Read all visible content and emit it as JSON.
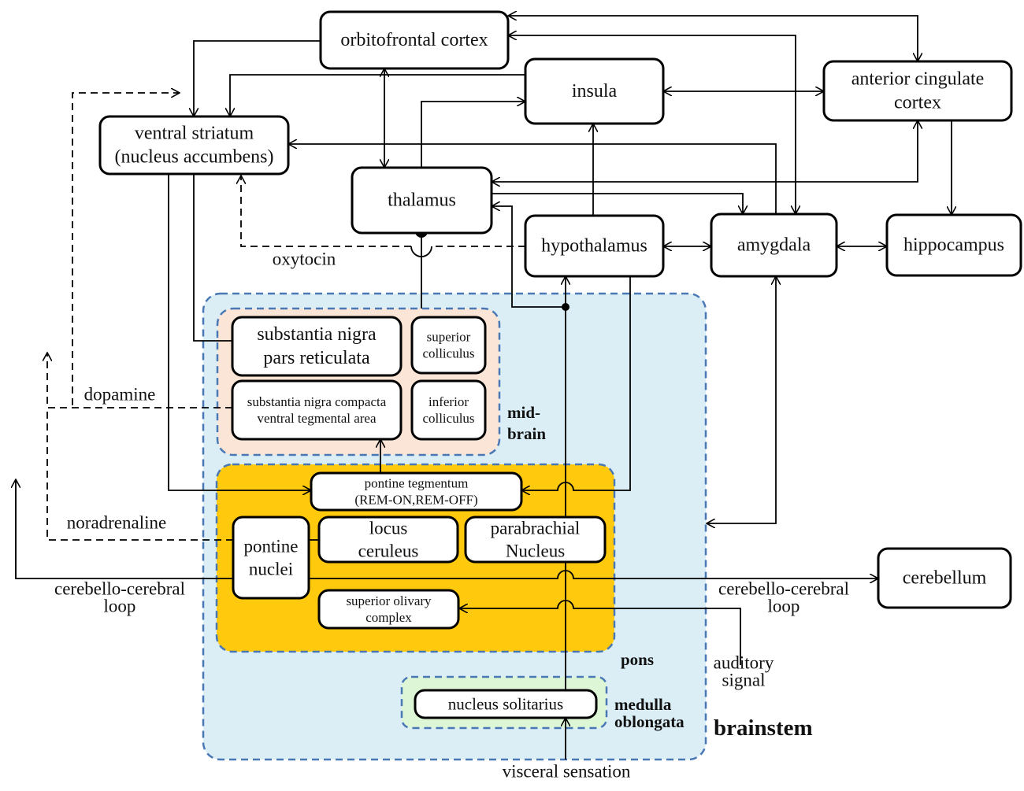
{
  "colors": {
    "brainstem_fill": "#dbeef6",
    "region_border": "#4a78b5",
    "midbrain_fill": "#fbe5d6",
    "pons_fill": "#ffc90e",
    "medulla_fill": "#ddf6d6",
    "node_fill": "#ffffff",
    "line": "#000000"
  },
  "nodes": {
    "orbitofrontal": {
      "lines": [
        "orbitofrontal  cortex"
      ]
    },
    "insula": {
      "lines": [
        "insula"
      ]
    },
    "acc": {
      "lines": [
        "anterior  cingulate",
        "cortex"
      ]
    },
    "ventral_striatum": {
      "lines": [
        "ventral  striatum",
        "(nucleus  accumbens)"
      ]
    },
    "thalamus": {
      "lines": [
        "thalamus"
      ]
    },
    "hypothalamus": {
      "lines": [
        "hypothalamus"
      ]
    },
    "amygdala": {
      "lines": [
        "amygdala"
      ]
    },
    "hippocampus": {
      "lines": [
        "hippocampus"
      ]
    },
    "cerebellum": {
      "lines": [
        "cerebellum"
      ]
    },
    "sn_reticulata": {
      "lines": [
        "substantia nigra",
        "pars reticulata"
      ]
    },
    "superior_colliculus": {
      "lines": [
        "superior",
        "colliculus"
      ]
    },
    "sn_compacta_vta": {
      "lines": [
        "substantia nigra compacta",
        "ventral tegmental area"
      ]
    },
    "inferior_colliculus": {
      "lines": [
        "inferior",
        "colliculus"
      ]
    },
    "pontine_tegmentum": {
      "lines": [
        "pontine tegmentum",
        "(REM-ON,REM-OFF)"
      ]
    },
    "pontine_nuclei": {
      "lines": [
        "pontine",
        "nuclei"
      ]
    },
    "locus_ceruleus": {
      "lines": [
        "locus",
        "ceruleus"
      ]
    },
    "parabrachial": {
      "lines": [
        "parabrachial",
        "Nucleus"
      ]
    },
    "superior_olivary": {
      "lines": [
        "superior olivary",
        "complex"
      ]
    },
    "nucleus_solitarius": {
      "lines": [
        "nucleus solitarius"
      ]
    }
  },
  "regions": {
    "midbrain": {
      "lines": [
        "mid-",
        "brain"
      ]
    },
    "pons": {
      "lines": [
        "pons"
      ]
    },
    "medulla": {
      "lines": [
        "medulla",
        "oblongata"
      ]
    },
    "brainstem": {
      "lines": [
        "brainstem"
      ]
    }
  },
  "labels": {
    "oxytocin": "oxytocin",
    "dopamine": "dopamine",
    "noradrenaline": "noradrenaline",
    "loop_left": [
      "cerebello-cerebral",
      "loop"
    ],
    "loop_right": [
      "cerebello-cerebral",
      "loop"
    ],
    "auditory": [
      "auditory",
      "signal"
    ],
    "visceral": "visceral sensation"
  }
}
